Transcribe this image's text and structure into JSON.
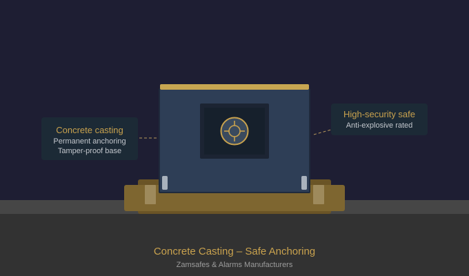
{
  "colors": {
    "background": "#1e1e33",
    "accent": "#c9a24e",
    "concrete": "#7e6630",
    "safe_body": "#2e3e56"
  },
  "callouts": {
    "concrete": {
      "heading": "Concrete casting",
      "lines": [
        "Permanent anchoring",
        "Tamper-proof base"
      ]
    },
    "safe": {
      "heading": "High-security safe",
      "lines": [
        "Anti-explosive rated"
      ]
    }
  },
  "caption": {
    "title": "Concrete Casting – Safe Anchoring",
    "subtitle": "Zamsafes & Alarms Manufacturers"
  },
  "icons": [
    "combination-dial-icon"
  ]
}
